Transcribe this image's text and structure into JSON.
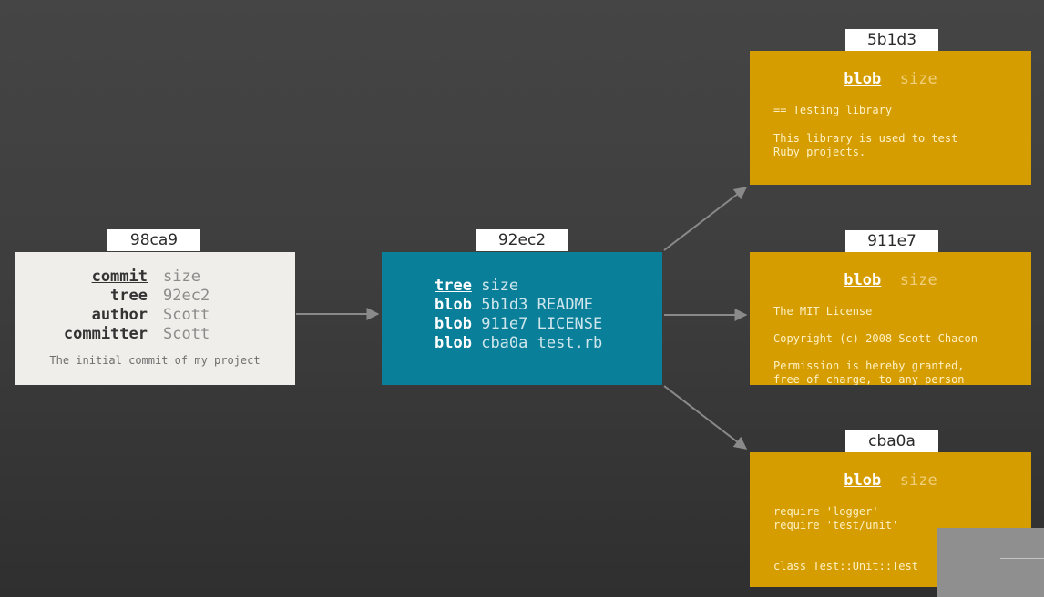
{
  "commit": {
    "id": "98ca9",
    "rows": [
      {
        "key": "commit",
        "value": "size"
      },
      {
        "key": "tree",
        "value": "92ec2"
      },
      {
        "key": "author",
        "value": "Scott"
      },
      {
        "key": "committer",
        "value": "Scott"
      }
    ],
    "message": "The initial commit of my project"
  },
  "tree": {
    "id": "92ec2",
    "rows": [
      {
        "key": "tree",
        "value": "size"
      },
      {
        "key": "blob",
        "value": "5b1d3 README"
      },
      {
        "key": "blob",
        "value": "911e7 LICENSE"
      },
      {
        "key": "blob",
        "value": "cba0a test.rb"
      }
    ]
  },
  "blobs": [
    {
      "id": "5b1d3",
      "key": "blob",
      "value": "size",
      "lines": [
        "== Testing library",
        "This library is used to test",
        "Ruby projects."
      ]
    },
    {
      "id": "911e7",
      "key": "blob",
      "value": "size",
      "lines": [
        "The MIT License",
        "Copyright (c) 2008 Scott Chacon",
        "Permission is hereby granted,",
        "free of charge, to any person"
      ]
    },
    {
      "id": "cba0a",
      "key": "blob",
      "value": "size",
      "lines": [
        "require 'logger'",
        "require 'test/unit'",
        "class Test::Unit::Test"
      ]
    }
  ],
  "colors": {
    "background": "#3f3f3f",
    "commit_box": "#efeeea",
    "tree_box": "#0a7f99",
    "blob_box": "#d59d00",
    "arrow": "#8a8a8a"
  }
}
